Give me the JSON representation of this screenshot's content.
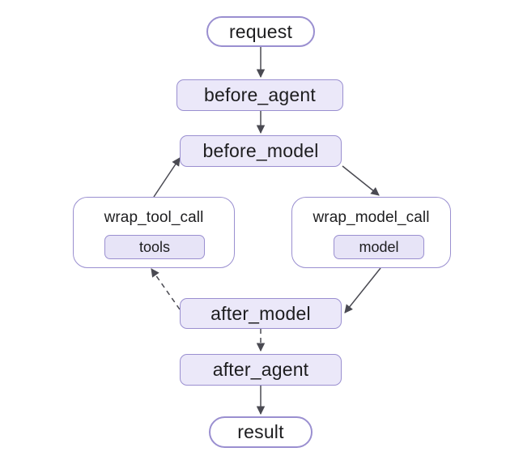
{
  "diagram": {
    "title": "agent middleware execution flow",
    "background": "#ffffff",
    "colors": {
      "node_border": "#9a8fd0",
      "node_fill": "#ebe8f9",
      "inner_fill": "#e7e4f7",
      "terminal_fill": "#ffffff",
      "edge": "#4a4a52",
      "text": "#1d1d1f"
    },
    "nodes": [
      {
        "id": "request",
        "label": "request",
        "shape": "stadium"
      },
      {
        "id": "before_agent",
        "label": "before_agent",
        "shape": "rounded-rect"
      },
      {
        "id": "before_model",
        "label": "before_model",
        "shape": "rounded-rect"
      },
      {
        "id": "wrap_tool_call",
        "label": "wrap_tool_call",
        "shape": "container"
      },
      {
        "id": "tools",
        "label": "tools",
        "shape": "rounded-rect"
      },
      {
        "id": "wrap_model_call",
        "label": "wrap_model_call",
        "shape": "container"
      },
      {
        "id": "model",
        "label": "model",
        "shape": "rounded-rect"
      },
      {
        "id": "after_model",
        "label": "after_model",
        "shape": "rounded-rect"
      },
      {
        "id": "after_agent",
        "label": "after_agent",
        "shape": "rounded-rect"
      },
      {
        "id": "result",
        "label": "result",
        "shape": "stadium"
      }
    ],
    "edges": [
      {
        "from": "request",
        "to": "before_agent",
        "style": "solid"
      },
      {
        "from": "before_agent",
        "to": "before_model",
        "style": "solid"
      },
      {
        "from": "before_model",
        "to": "wrap_model_call",
        "style": "solid"
      },
      {
        "from": "wrap_model_call",
        "to": "after_model",
        "style": "solid"
      },
      {
        "from": "after_model",
        "to": "wrap_tool_call",
        "style": "dashed"
      },
      {
        "from": "wrap_tool_call",
        "to": "before_model",
        "style": "solid"
      },
      {
        "from": "after_model",
        "to": "after_agent",
        "style": "dashed"
      },
      {
        "from": "after_agent",
        "to": "result",
        "style": "solid"
      }
    ]
  }
}
